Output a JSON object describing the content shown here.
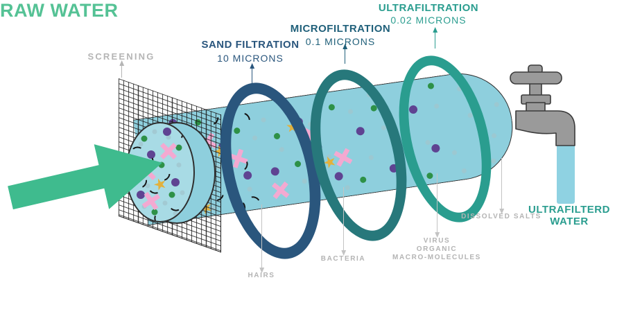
{
  "input": {
    "label": "RAW WATER"
  },
  "screening": {
    "label": "SCREENING"
  },
  "stages": [
    {
      "label": "SAND FILTRATION",
      "size": "10 MICRONS"
    },
    {
      "label": "MICROFILTRATION",
      "size": "0.1 MICRONS"
    },
    {
      "label": "ULTRAFILTRATION",
      "size": "0.02 MICRONS"
    }
  ],
  "removed": {
    "hairs": "HAIRS",
    "bacteria": "BACTERIA",
    "virus_lines": [
      "VIRUS",
      "ORGANIC",
      "MACRO-MOLECULES"
    ],
    "salts": "DISSOLVED SALTS"
  },
  "output": {
    "line1": "ULTRAFILTERD",
    "line2": "WATER"
  },
  "colors": {
    "raw_water_arrow": "#3fbb8e",
    "raw_water_text": "#55c295",
    "sand": "#2a567d",
    "micro_label": "#20607a",
    "micro_ring": "#27787b",
    "ultra": "#2a9d8f",
    "tube": "#8ecfdd",
    "tube_face": "#a8dbe5",
    "dot_light": "#a0c5ce",
    "dot_purple": "#5f4392",
    "dot_green": "#2e9147",
    "cross_pink": "#f3a9d1",
    "star_yellow": "#e2b13c",
    "hair_black": "#161616",
    "label_gray": "#b4b4b4",
    "faucet_gray": "#9a9a9a",
    "water": "#8fd2e2"
  }
}
